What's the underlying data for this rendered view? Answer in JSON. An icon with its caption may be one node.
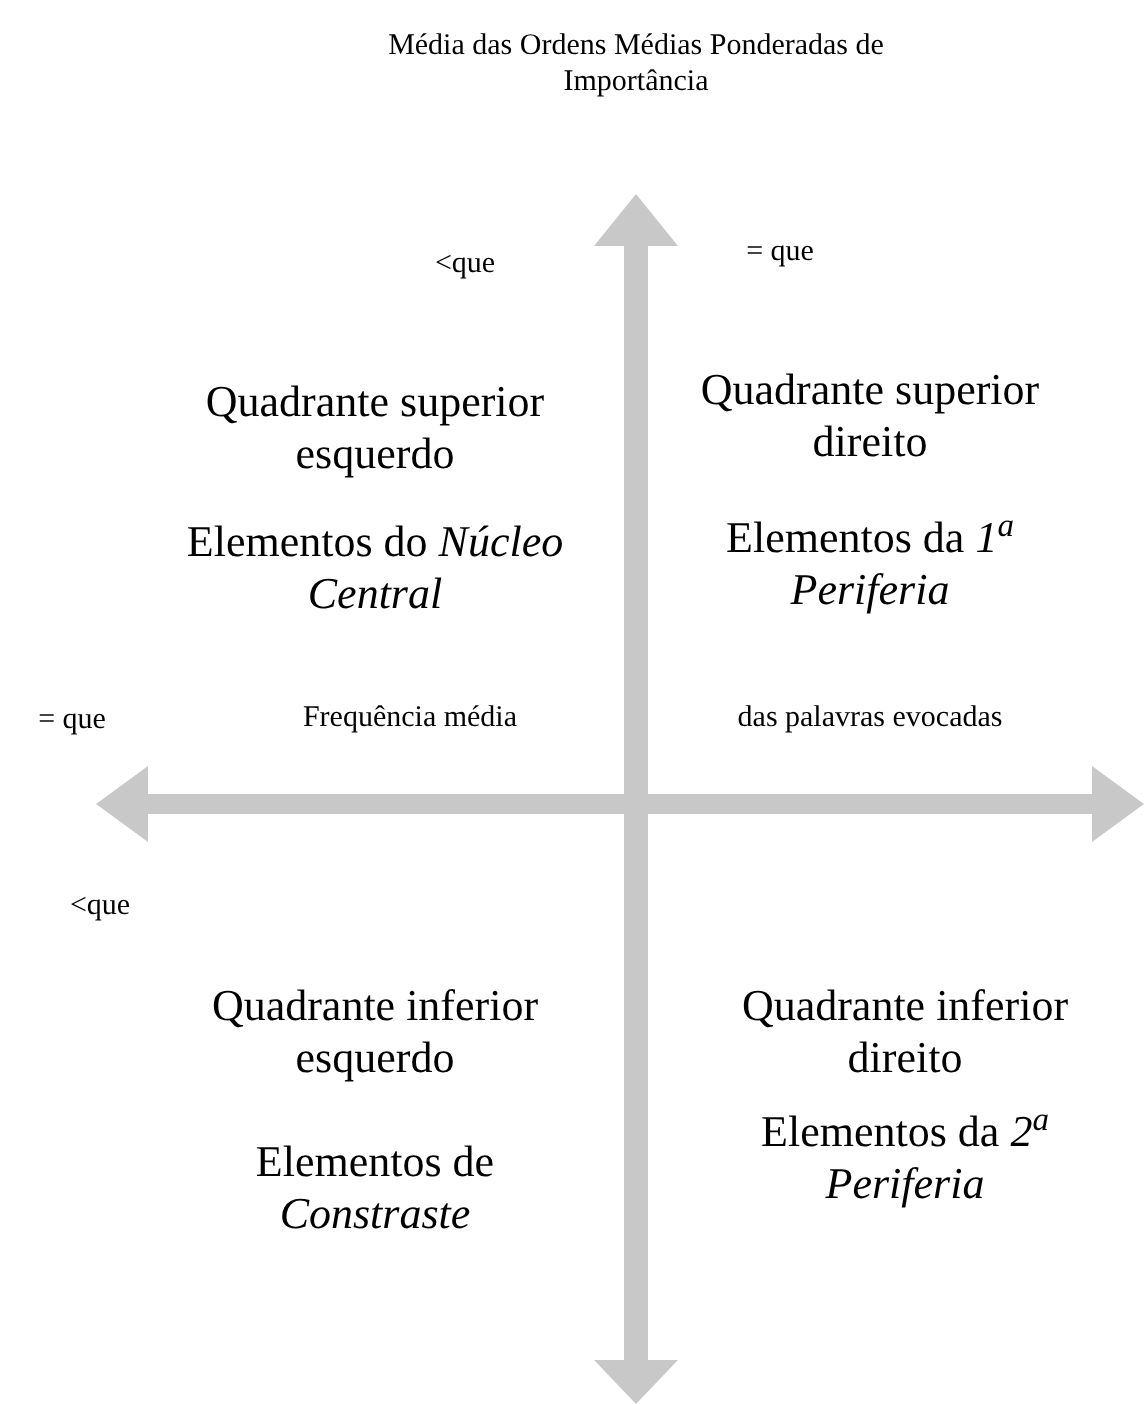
{
  "diagram": {
    "labels": [
      "Média das Ordens Médias Ponderadas de Importância",
      "<que",
      "= que",
      "Quadrante superior esquerdo",
      "Quadrante superior direito",
      "Elementos do *Núcleo Central*",
      "Elementos da *1*$^{a}$ *Periferia*",
      "= que",
      "Frequência média",
      "das palavras evocadas",
      "<que",
      "Quadrante inferior esquerdo",
      "Quadrante inferior direito",
      "Elementos de *Constraste*",
      "Elementos da *2*$^{a}$ *Periferia*"
    ]
  }
}
